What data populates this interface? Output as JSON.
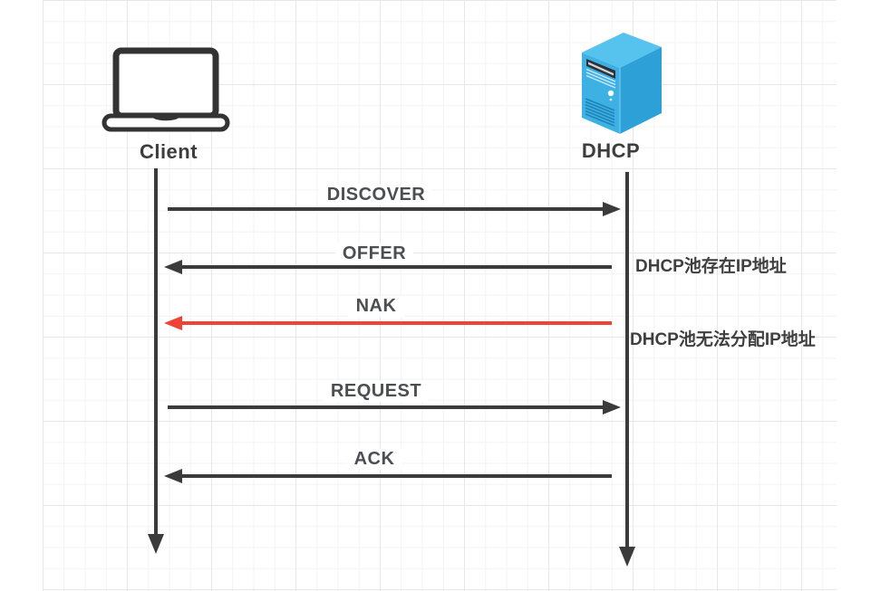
{
  "actors": [
    {
      "name": "Client",
      "icon": "laptop-icon"
    },
    {
      "name": "DHCP",
      "icon": "server-icon"
    }
  ],
  "messages": [
    {
      "label": "DISCOVER",
      "from": "Client",
      "to": "DHCP",
      "direction": "right",
      "color": "#3b3b3b",
      "note": ""
    },
    {
      "label": "OFFER",
      "from": "DHCP",
      "to": "Client",
      "direction": "left",
      "color": "#3b3b3b",
      "note": "DHCP池存在IP地址"
    },
    {
      "label": "NAK",
      "from": "DHCP",
      "to": "Client",
      "direction": "left",
      "color": "#f04237",
      "note": "DHCP池无法分配IP地址"
    },
    {
      "label": "REQUEST",
      "from": "Client",
      "to": "DHCP",
      "direction": "right",
      "color": "#3b3b3b",
      "note": ""
    },
    {
      "label": "ACK",
      "from": "DHCP",
      "to": "Client",
      "direction": "left",
      "color": "#3b3b3b",
      "note": ""
    }
  ],
  "colors": {
    "arrow": "#3b3b3b",
    "nak_red": "#f04237",
    "label_text": "#4d4e52",
    "grid_minor": "#f3f3f3",
    "grid_major": "#e7e7e7",
    "server_top": "#55c3ee",
    "server_front": "#3eb1e4",
    "server_side": "#2da0d8"
  }
}
